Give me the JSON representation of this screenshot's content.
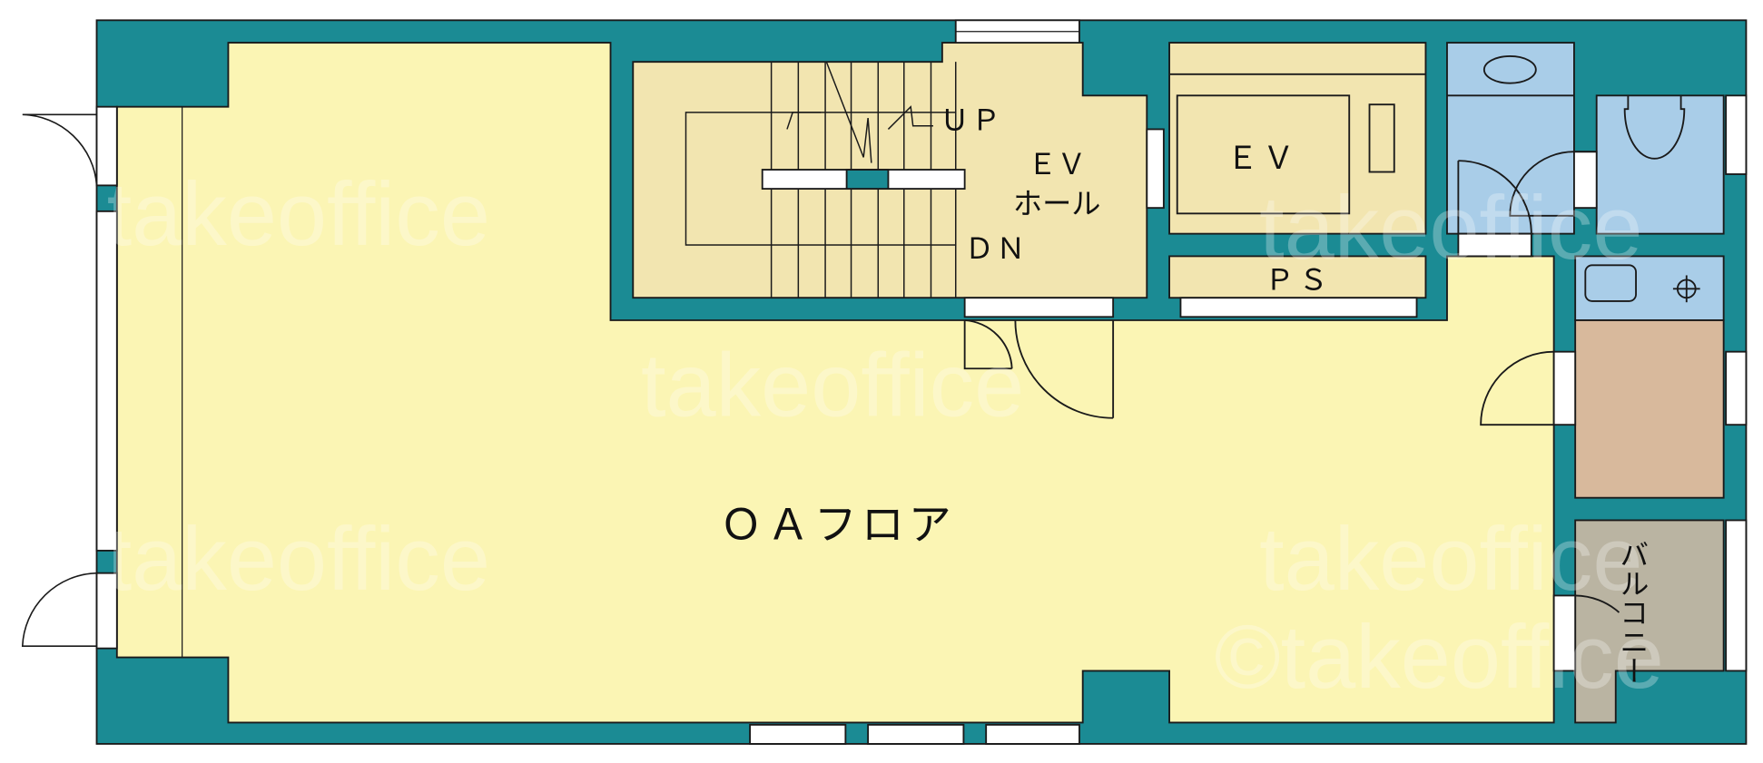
{
  "plan": {
    "rooms": {
      "office": "ＯＡフロア",
      "ev_hall_line1": "ＥＶ",
      "ev_hall_line2": "ホール",
      "elevator": "ＥＶ",
      "pipe_space": "ＰＳ",
      "balcony": "バルコニー",
      "stairs_up": "ＵＰ",
      "stairs_down": "ＤＮ"
    },
    "watermarks": [
      "takeoffice",
      "takeoffice",
      "takeoffice",
      "takeoffice",
      "©takeoffice"
    ]
  },
  "colors": {
    "wall": "#1b8b94",
    "office": "#fbf5b4",
    "core": "#f2e5b0",
    "wet": "#a9cde8",
    "kitchen_floor": "#d8b99c",
    "balcony": "#bab4a2",
    "line": "#1a1a1a"
  }
}
